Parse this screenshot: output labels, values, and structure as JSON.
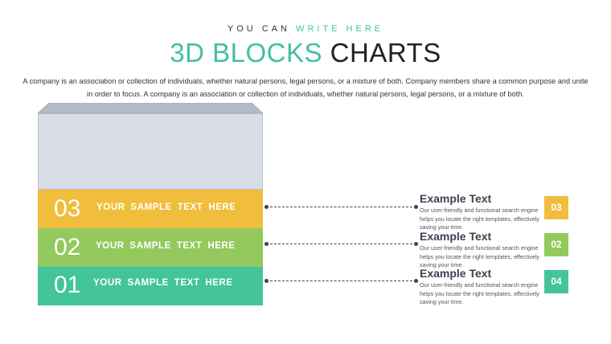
{
  "header": {
    "eyebrow_dark": "YOU CAN",
    "eyebrow_accent": "WRITE HERE",
    "title_accent": "3D BLOCKS",
    "title_dark": "CHARTS",
    "description": "A company is an association or collection of individuals, whether natural persons, legal persons, or a mixture of both. Company members share a common purpose and unite in order to focus. A company is an association or collection of individuals, whether natural persons, legal persons, or a mixture of both."
  },
  "colors": {
    "accent": "#40c1a0",
    "block_03": "#f0bd3c",
    "block_02": "#93c95d",
    "block_01": "#43c49b",
    "block_grey": "#d8dde6",
    "badge_03": "#f0bd3c",
    "badge_02": "#93c95d",
    "badge_04": "#43c49b"
  },
  "blocks": [
    {
      "number": "03",
      "label": "YOUR SAMPLE TEXT HERE"
    },
    {
      "number": "02",
      "label": "YOUR SAMPLE TEXT HERE"
    },
    {
      "number": "01",
      "label": "YOUR SAMPLE TEXT HERE"
    }
  ],
  "items": [
    {
      "heading": "Example Text",
      "body": "Our user-friendly and functional search engine helps you locate the right templates, effectively saving your time.",
      "badge": "03"
    },
    {
      "heading": "Example Text",
      "body": "Our user-friendly and functional search engine helps you locate the right templates, effectively saving your time.",
      "badge": "02"
    },
    {
      "heading": "Example Text",
      "body": "Our user-friendly and functional search engine helps you locate the right templates, effectively saving your time.",
      "badge": "04"
    }
  ]
}
